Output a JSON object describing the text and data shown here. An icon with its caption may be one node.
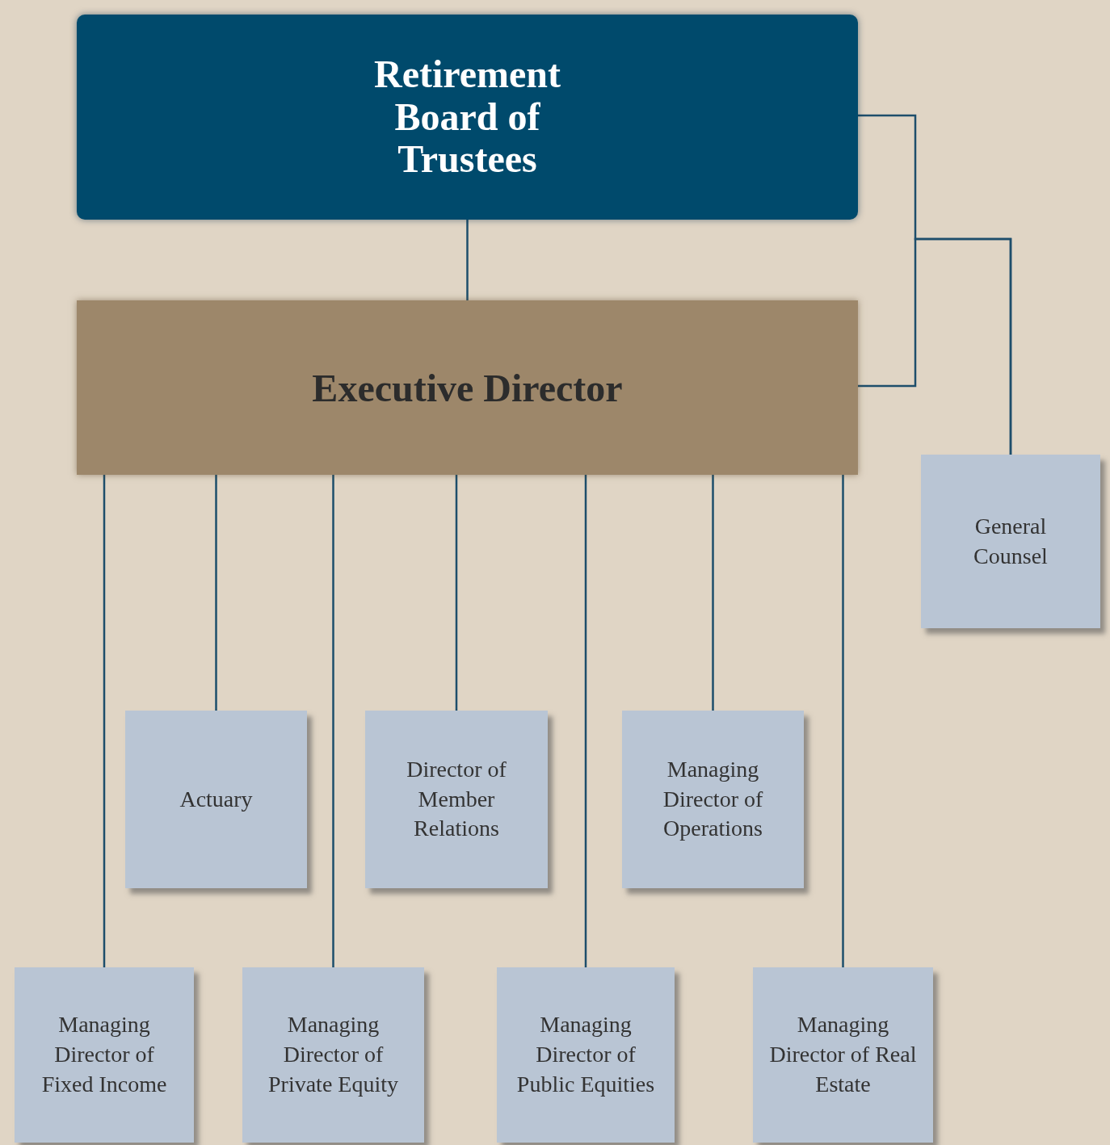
{
  "diagram": {
    "nodes": [
      {
        "text": [
          "Retirement Board of Trustees"
        ]
      },
      {
        "text": [
          "Executive Director"
        ]
      },
      {
        "text": [
          "General Counsel"
        ]
      },
      {
        "text": [
          "Actuary"
        ]
      },
      {
        "text": [
          "Director of Member Relations"
        ]
      },
      {
        "text": [
          "Managing Director of Operations"
        ]
      },
      {
        "text": [
          "Managing Director of Fixed Income"
        ]
      },
      {
        "text": [
          "Managing Director of Private Equity"
        ]
      },
      {
        "text": [
          "Managing Director of Public Equities"
        ]
      },
      {
        "text": [
          "Managing Director of Real Estate"
        ]
      }
    ],
    "edges": [
      {
        "from": 0,
        "to": 1,
        "arrow": "none"
      },
      {
        "from": 0,
        "to": 2,
        "arrow": "none"
      },
      {
        "from": 1,
        "to": 2,
        "arrow": "none"
      },
      {
        "from": 1,
        "to": 3,
        "arrow": "none"
      },
      {
        "from": 1,
        "to": 4,
        "arrow": "none"
      },
      {
        "from": 1,
        "to": 5,
        "arrow": "none"
      },
      {
        "from": 1,
        "to": 6,
        "arrow": "none"
      },
      {
        "from": 1,
        "to": 7,
        "arrow": "none"
      },
      {
        "from": 1,
        "to": 8,
        "arrow": "none"
      },
      {
        "from": 1,
        "to": 9,
        "arrow": "none"
      }
    ]
  }
}
